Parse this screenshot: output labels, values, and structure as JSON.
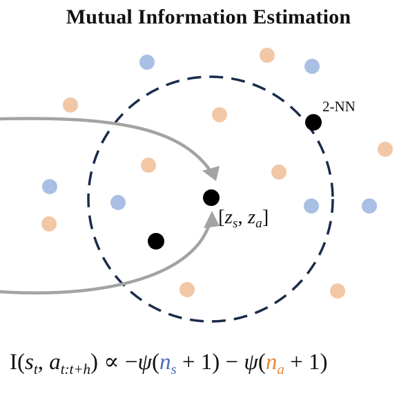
{
  "title": "Mutual Information Estimation",
  "labels": {
    "nn": "2-NN",
    "joint_point": "[z_s, z_a]"
  },
  "legend_colors": {
    "blue_points": "#a9bfe3",
    "orange_points": "#f2c7a6",
    "center_and_neighbors": "#000000",
    "circle": "#1a2b4a",
    "arrows": "#a3a3a3"
  },
  "formula": {
    "I": "I",
    "s": "s",
    "s_sub": "t",
    "comma": ",",
    "a": "a",
    "a_sub": "t:t+h",
    "prop": ") ∝ −",
    "psi1": "ψ",
    "n1": "n",
    "n1_sub": "s",
    "plus1": " + 1) − ",
    "psi2": "ψ",
    "n2": "n",
    "n2_sub": "a",
    "plus2": " + 1)",
    "s_color": "#4a6fb5",
    "a_color": "#e38a3f"
  }
}
